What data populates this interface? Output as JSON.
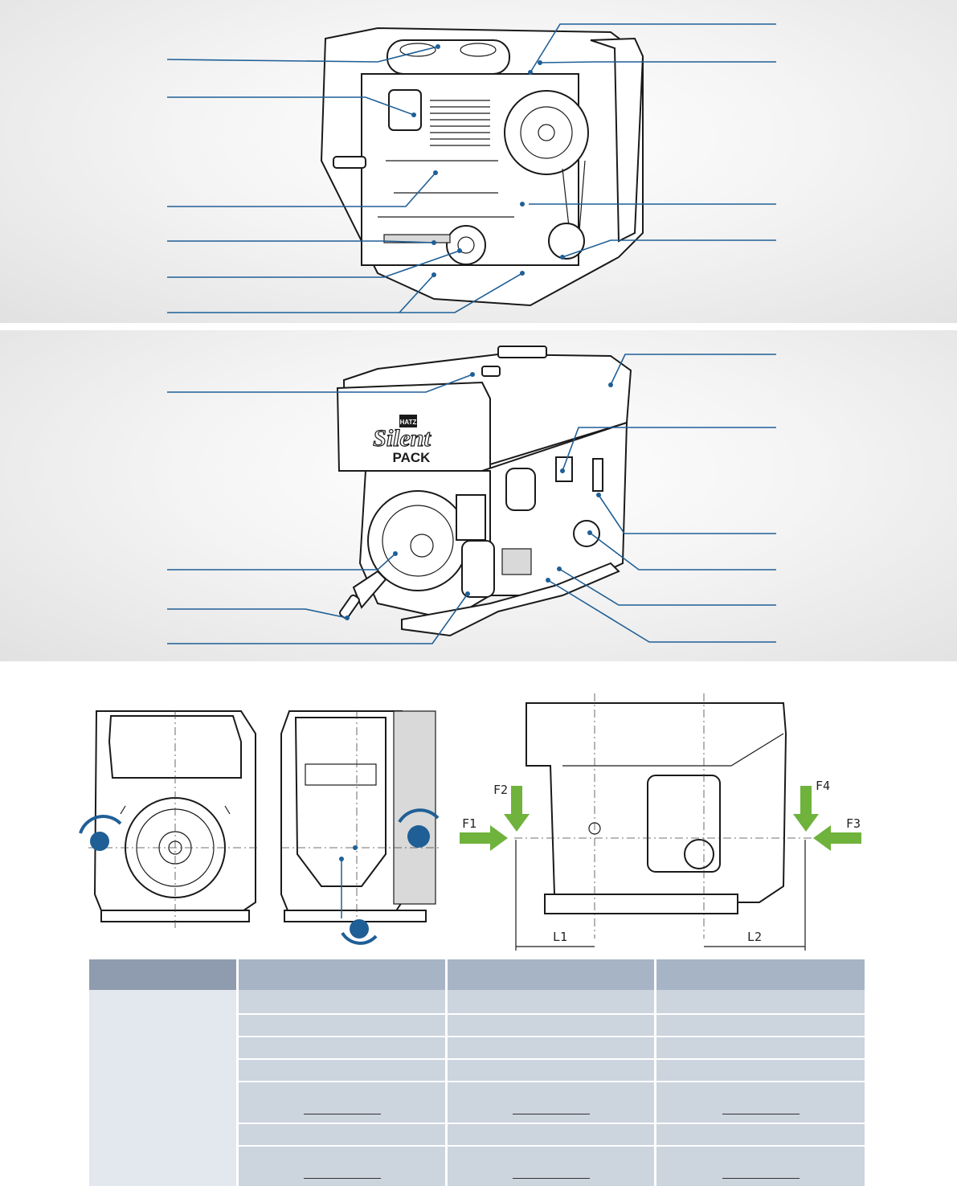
{
  "figure": {
    "brand_plate": "HATZ",
    "product_badge": {
      "word_1": "Silent",
      "word_2": "PACK"
    }
  },
  "dimension_diagram": {
    "force_labels": [
      "F1",
      "F2",
      "F3",
      "F4"
    ],
    "length_labels": [
      "L1",
      "L2"
    ]
  },
  "colors": {
    "leader_line": "#1f5f96",
    "force_arrow": "#6fb23c",
    "rotation_marker": "#1f5f96",
    "table_header": "#a7b4c5",
    "table_row": "#ccd4de"
  },
  "spec_table": {
    "header_columns": [
      "",
      "",
      "",
      ""
    ],
    "body_rows": 7
  }
}
